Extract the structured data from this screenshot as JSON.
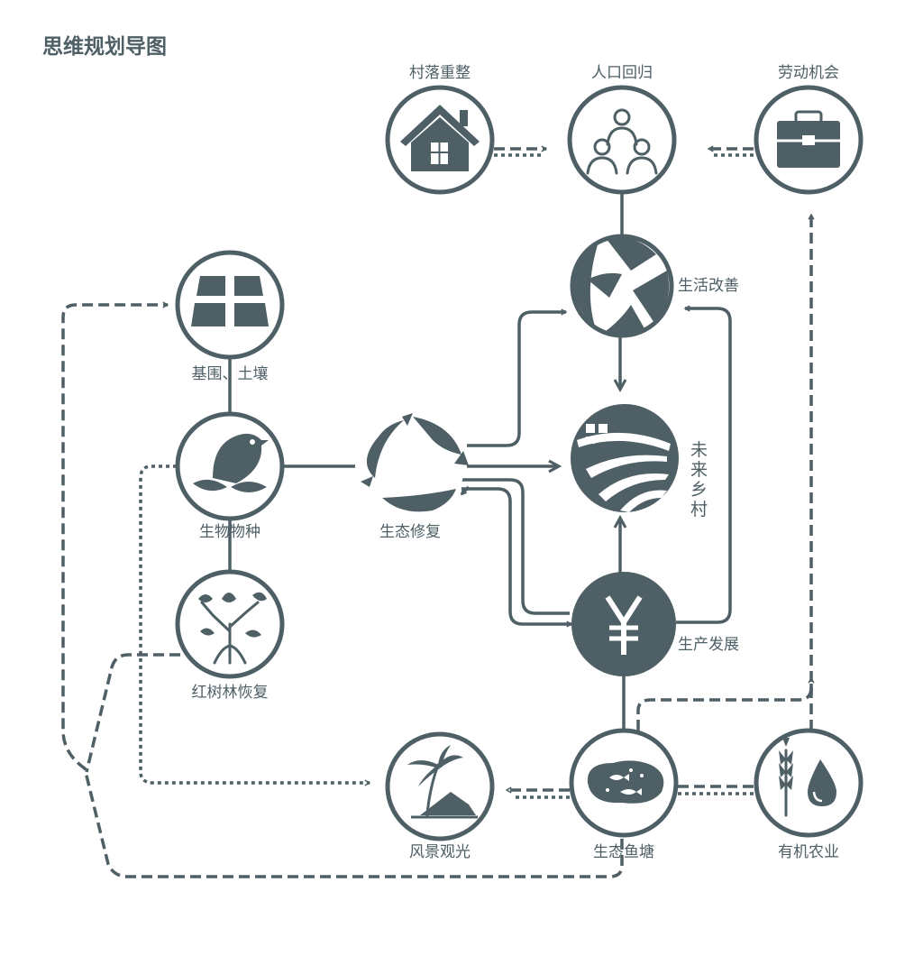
{
  "title": "思维规划导图",
  "colors": {
    "primary": "#4e5f66",
    "background": "#ffffff"
  },
  "nodes": {
    "village": {
      "label": "村落重整",
      "icon": "house-icon"
    },
    "population": {
      "label": "人口回归",
      "icon": "people-icon"
    },
    "jobs": {
      "label": "劳动机会",
      "icon": "briefcase-icon"
    },
    "life": {
      "label": "生活改善",
      "icon": "ball-icon"
    },
    "soil": {
      "label": "基围、土壤",
      "icon": "fields-icon"
    },
    "biology": {
      "label": "生物物种",
      "icon": "bird-leaves-icon"
    },
    "ecorestore": {
      "label": "生态修复",
      "icon": "recycle-leaves-icon"
    },
    "future": {
      "label": "未来乡村",
      "icon": "landscape-icon"
    },
    "mangrove": {
      "label": "红树林恢复",
      "icon": "mangrove-tree-icon"
    },
    "production": {
      "label": "生产发展",
      "icon": "yen-icon"
    },
    "scenery": {
      "label": "风景观光",
      "icon": "palm-tree-icon"
    },
    "fishpond": {
      "label": "生态鱼塘",
      "icon": "fish-pond-icon"
    },
    "agriculture": {
      "label": "有机农业",
      "icon": "wheat-drop-icon"
    }
  }
}
